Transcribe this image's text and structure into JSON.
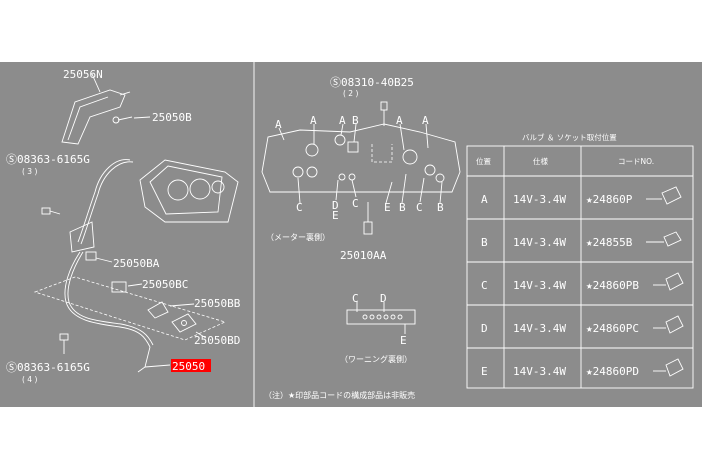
{
  "left_panel": {
    "parts": [
      {
        "key": "p25056N",
        "text": "25056N"
      },
      {
        "key": "p25050B",
        "text": "25050B"
      },
      {
        "key": "bolt1",
        "text": "Ⓢ08363-6165G"
      },
      {
        "key": "bolt1_qty",
        "text": "( 3 )"
      },
      {
        "key": "p25050BA",
        "text": "25050BA"
      },
      {
        "key": "p25050BC",
        "text": "25050BC"
      },
      {
        "key": "p25050BB",
        "text": "25050BB"
      },
      {
        "key": "p25050BD",
        "text": "25050BD"
      },
      {
        "key": "bolt2",
        "text": "Ⓢ08363-6165G"
      },
      {
        "key": "bolt2_qty",
        "text": "( 4 )"
      },
      {
        "key": "p25050",
        "text": "25050"
      }
    ]
  },
  "middle_panel": {
    "screw": "Ⓢ08310-40B25",
    "screw_qty": "( 2 )",
    "meter_caption": "（メーター裏側）",
    "bulb_part": "25010AA",
    "warning_caption": "（ワーニング裏側）",
    "note": "（注）★印部品コードの構成部品は非販売",
    "position_letters": [
      "A",
      "A",
      "A",
      "B",
      "A",
      "A",
      "C",
      "D",
      "E",
      "C",
      "E",
      "B",
      "C",
      "B",
      "C",
      "D",
      "E"
    ]
  },
  "table": {
    "title": "バルブ ＆ ソケット取付位置",
    "headers": [
      "位置",
      "仕様",
      "コードNO."
    ],
    "rows": [
      {
        "pos": "A",
        "spec": "14V-3.4W",
        "code": "★24860P"
      },
      {
        "pos": "B",
        "spec": "14V-3.4W",
        "code": "★24855B"
      },
      {
        "pos": "C",
        "spec": "14V-3.4W",
        "code": "★24860PB"
      },
      {
        "pos": "D",
        "spec": "14V-3.4W",
        "code": "★24860PC"
      },
      {
        "pos": "E",
        "spec": "14V-3.4W",
        "code": "★24860PD"
      }
    ]
  },
  "colors": {
    "background": "#8c8c8c",
    "highlight": "#ff0000",
    "line": "#ffffff"
  }
}
